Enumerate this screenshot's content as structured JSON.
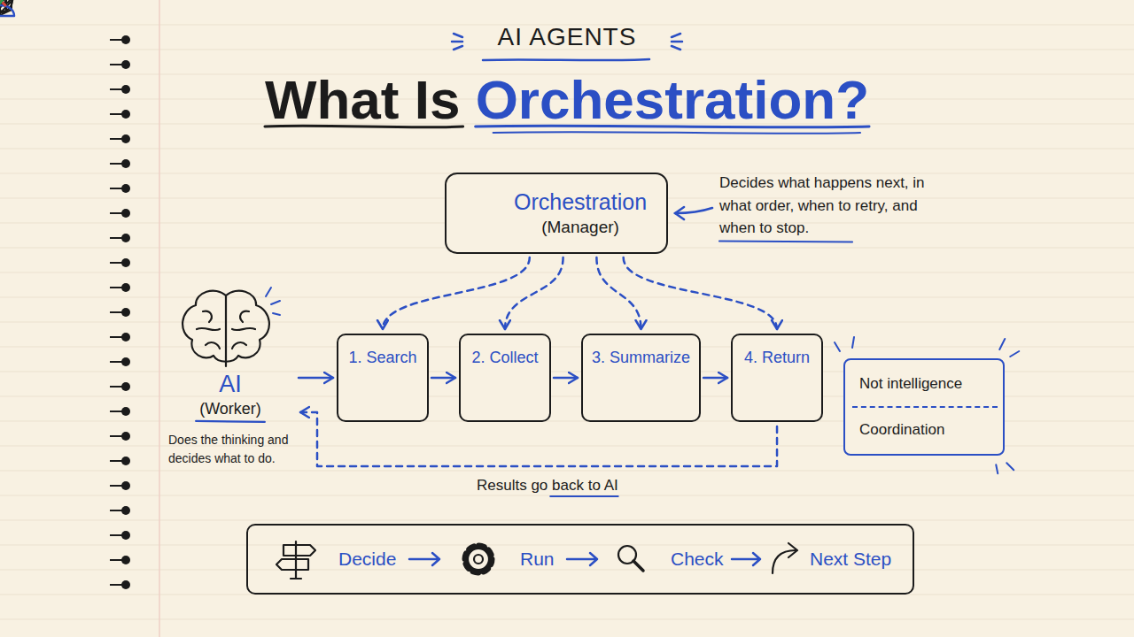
{
  "diagram": {
    "title": "What Is Orchestration?",
    "nodes": [
      {
        "text": [
          "Orchestration",
          "(Manager)"
        ]
      },
      {
        "text": [
          "AI",
          "(Worker)",
          "Does the thinking and decides what to do."
        ]
      },
      {
        "text": [
          "1. Search"
        ]
      },
      {
        "text": [
          "2. Collect"
        ]
      },
      {
        "text": [
          "3. Summarize"
        ]
      },
      {
        "text": [
          "4. Return"
        ]
      },
      {
        "text": [
          "Not intelligence",
          "Coordination"
        ]
      },
      {
        "text": [
          "Decide",
          "Run",
          "Check",
          "Next Step"
        ]
      }
    ],
    "edges": [
      {
        "from": 0,
        "to": 2,
        "arrow": "to"
      },
      {
        "from": 0,
        "to": 3,
        "arrow": "to"
      },
      {
        "from": 0,
        "to": 4,
        "arrow": "to"
      },
      {
        "from": 0,
        "to": 5,
        "arrow": "to"
      },
      {
        "from": 1,
        "to": 2,
        "arrow": "to"
      },
      {
        "from": 2,
        "to": 3,
        "arrow": "to"
      },
      {
        "from": 3,
        "to": 4,
        "arrow": "to"
      },
      {
        "from": 4,
        "to": 5,
        "arrow": "to"
      },
      {
        "from": 5,
        "to": 1,
        "label": "Results go back to AI",
        "arrow": "to"
      }
    ],
    "labels": [
      "AI AGENTS",
      "Decides what happens next, in what order, when to retry, and when to stop."
    ]
  }
}
